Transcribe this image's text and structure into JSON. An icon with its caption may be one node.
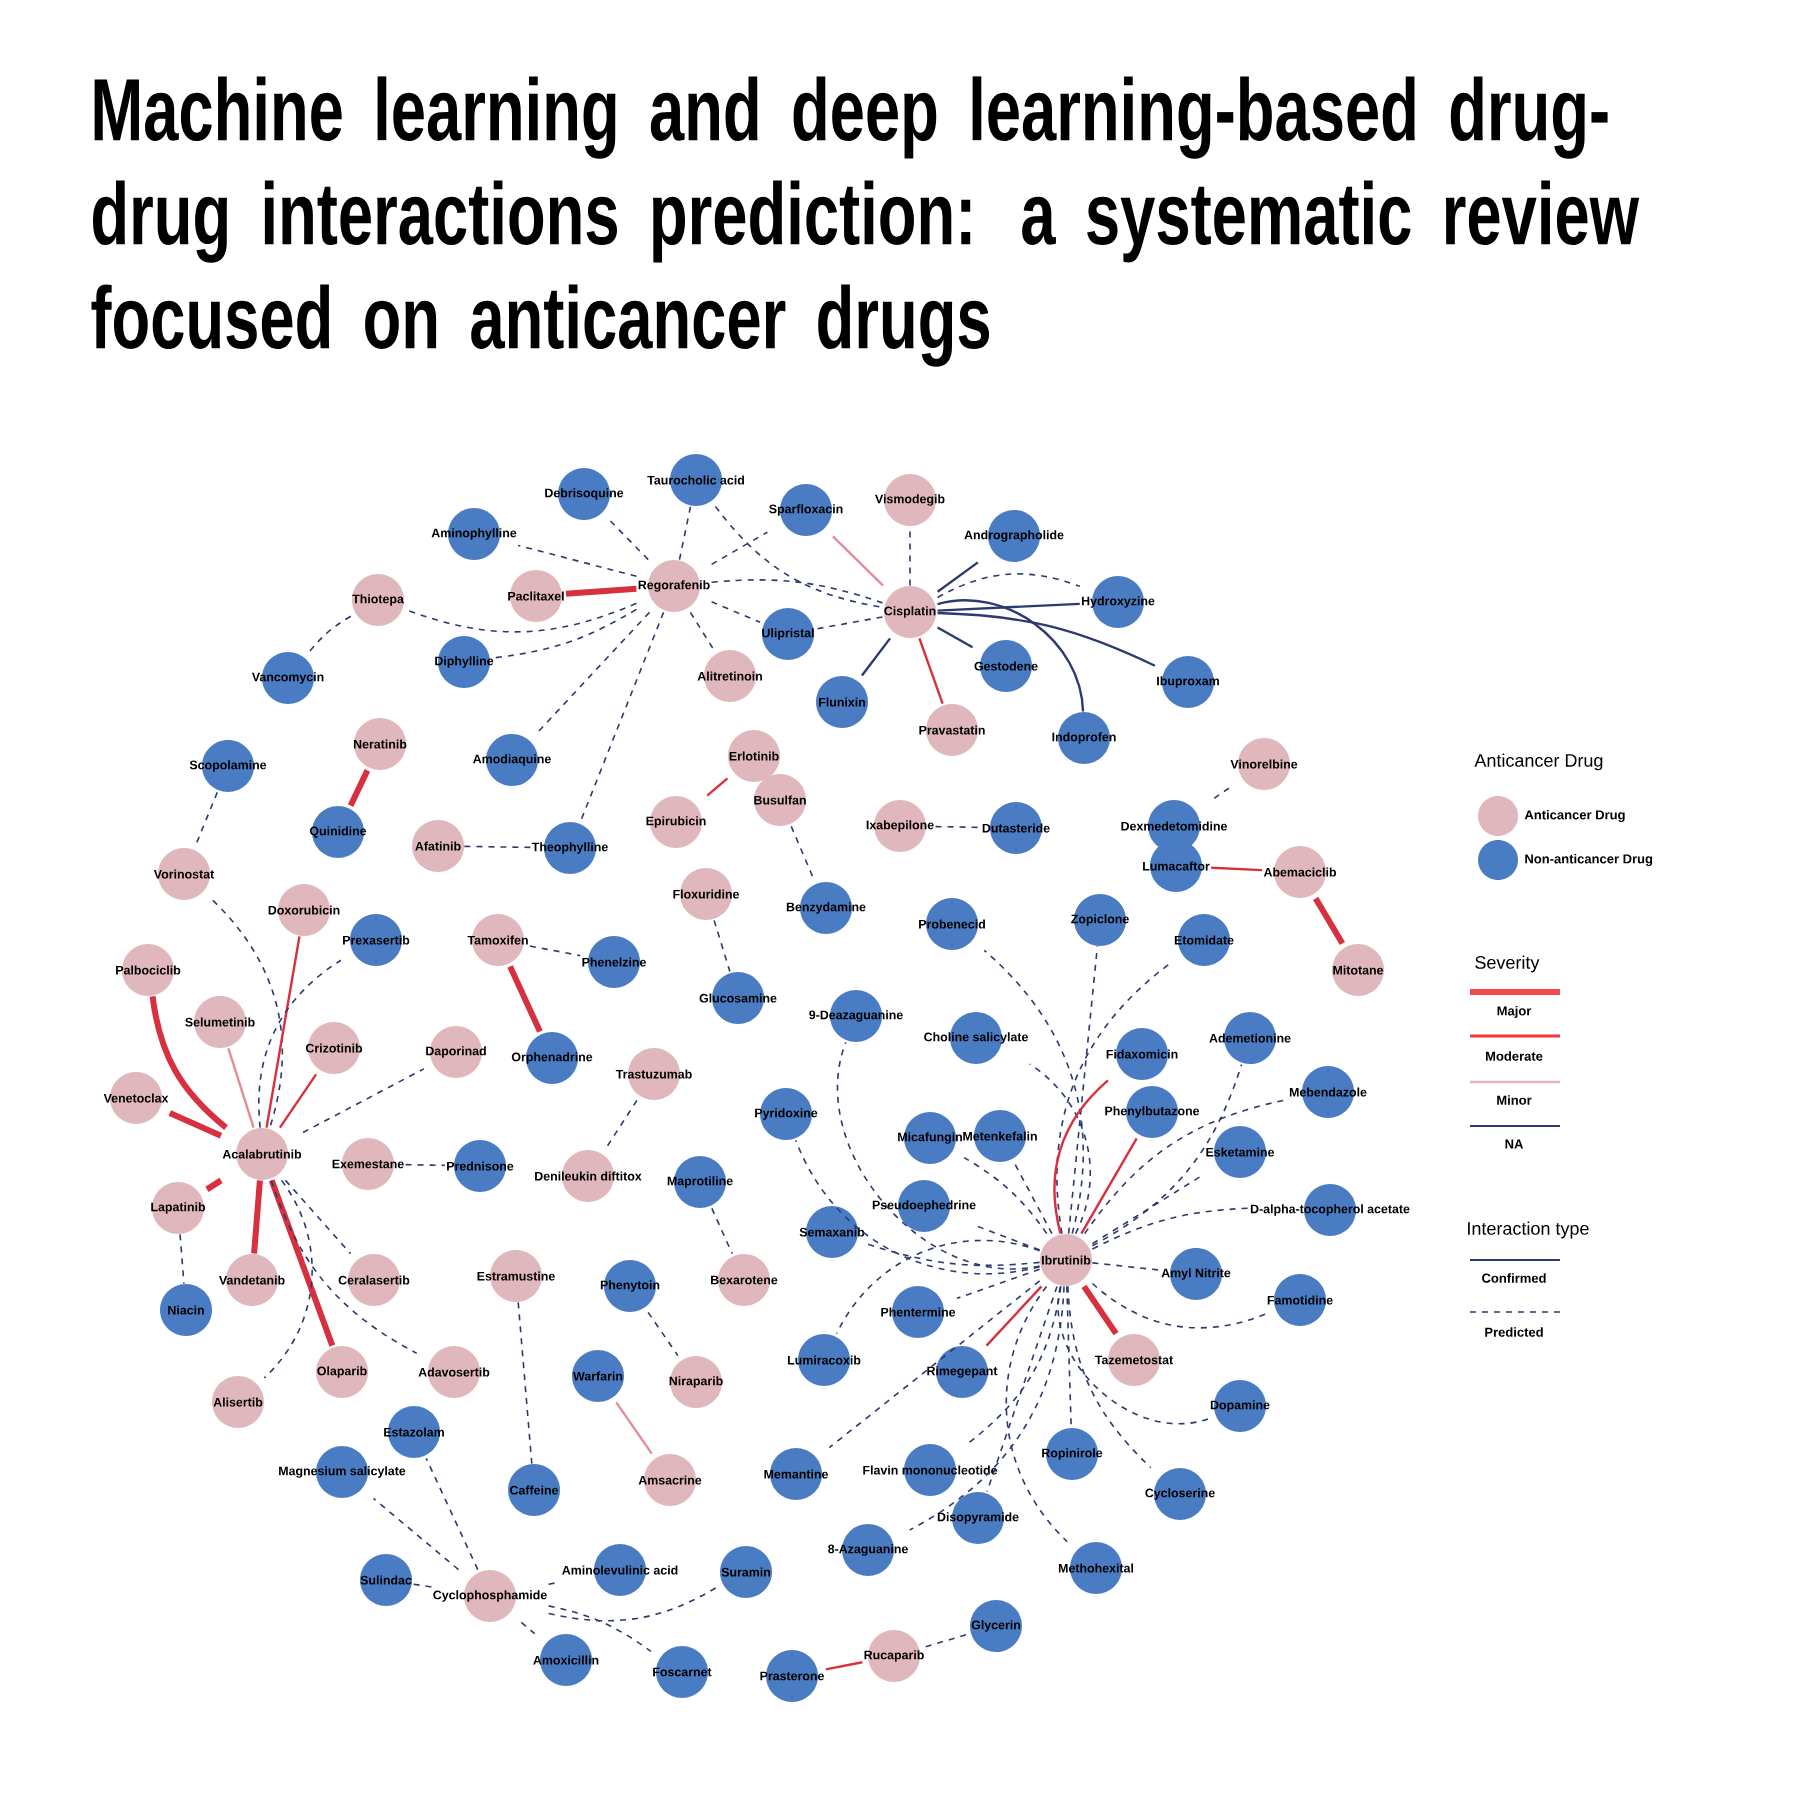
{
  "diagram": {
    "title": "Machine learning and deep learning-based drug-drug interactions prediction: a systematic review focused on anticancer drugs",
    "nodes": [
      {
        "text": [
          "Debrisoquine"
        ]
      },
      {
        "text": [
          "Taurocholic acid"
        ]
      },
      {
        "text": [
          "Sparfloxacin"
        ]
      },
      {
        "text": [
          "Vismodegib"
        ]
      },
      {
        "text": [
          "Aminophylline"
        ]
      },
      {
        "text": [
          "Andrographolide"
        ]
      },
      {
        "text": [
          "Thiotepa"
        ]
      },
      {
        "text": [
          "Paclitaxel"
        ]
      },
      {
        "text": [
          "Regorafenib"
        ]
      },
      {
        "text": [
          "Cisplatin"
        ]
      },
      {
        "text": [
          "Hydroxyzine"
        ]
      },
      {
        "text": [
          "Vancomycin"
        ]
      },
      {
        "text": [
          "Diphylline"
        ]
      },
      {
        "text": [
          "Ulipristal"
        ]
      },
      {
        "text": [
          "Gestodene"
        ]
      },
      {
        "text": [
          "Ibuproxam"
        ]
      },
      {
        "text": [
          "Alitretinoin"
        ]
      },
      {
        "text": [
          "Flunixin"
        ]
      },
      {
        "text": [
          "Pravastatin"
        ]
      },
      {
        "text": [
          "Indoprofen"
        ]
      },
      {
        "text": [
          "Scopolamine"
        ]
      },
      {
        "text": [
          "Neratinib"
        ]
      },
      {
        "text": [
          "Amodiaquine"
        ]
      },
      {
        "text": [
          "Erlotinib"
        ]
      },
      {
        "text": [
          "Vinorelbine"
        ]
      },
      {
        "text": [
          "Busulfan"
        ]
      },
      {
        "text": [
          "Quinidine"
        ]
      },
      {
        "text": [
          "Afatinib"
        ]
      },
      {
        "text": [
          "Epirubicin"
        ]
      },
      {
        "text": [
          "Theophylline"
        ]
      },
      {
        "text": [
          "Ixabepilone"
        ]
      },
      {
        "text": [
          "Dutasteride"
        ]
      },
      {
        "text": [
          "Dexmedetomidine"
        ]
      },
      {
        "text": [
          "Vorinostat"
        ]
      },
      {
        "text": [
          "Floxuridine"
        ]
      },
      {
        "text": [
          "Benzydamine"
        ]
      },
      {
        "text": [
          "Abemaciclib"
        ]
      },
      {
        "text": [
          "Lumacaftor"
        ]
      },
      {
        "text": [
          "Zopiclone"
        ]
      },
      {
        "text": [
          "Probenecid"
        ]
      },
      {
        "text": [
          "Etomidate"
        ]
      },
      {
        "text": [
          "Doxorubicin"
        ]
      },
      {
        "text": [
          "Prexasertib"
        ]
      },
      {
        "text": [
          "Tamoxifen"
        ]
      },
      {
        "text": [
          "Phenelzine"
        ]
      },
      {
        "text": [
          "Palbociclib"
        ]
      },
      {
        "text": [
          "Mitotane"
        ]
      },
      {
        "text": [
          "Glucosamine"
        ]
      },
      {
        "text": [
          "9-Deazaguanine"
        ]
      },
      {
        "text": [
          "Choline salicylate"
        ]
      },
      {
        "text": [
          "Selumetinib"
        ]
      },
      {
        "text": [
          "Crizotinib"
        ]
      },
      {
        "text": [
          "Daporinad"
        ]
      },
      {
        "text": [
          "Orphenadrine"
        ]
      },
      {
        "text": [
          "Trastuzumab"
        ]
      },
      {
        "text": [
          "Fidaxomicin"
        ]
      },
      {
        "text": [
          "Ademetionine"
        ]
      },
      {
        "text": [
          "Mebendazole"
        ]
      },
      {
        "text": [
          "Venetoclax"
        ]
      },
      {
        "text": [
          "Pyridoxine"
        ]
      },
      {
        "text": [
          "Micafungin"
        ]
      },
      {
        "text": [
          "Metenkefalin"
        ]
      },
      {
        "text": [
          "Phenylbutazone"
        ]
      },
      {
        "text": [
          "Esketamine"
        ]
      },
      {
        "text": [
          "Acalabrutinib"
        ]
      },
      {
        "text": [
          "Exemestane"
        ]
      },
      {
        "text": [
          "Prednisone"
        ]
      },
      {
        "text": [
          "Denileukin diftitox"
        ]
      },
      {
        "text": [
          "Maprotiline"
        ]
      },
      {
        "text": [
          "Pseudoephedrine"
        ]
      },
      {
        "text": [
          "D-alpha-tocopherol acetate"
        ]
      },
      {
        "text": [
          "Semaxanib"
        ]
      },
      {
        "text": [
          "Ibrutinib"
        ]
      },
      {
        "text": [
          "Lapatinib"
        ]
      },
      {
        "text": [
          "Amyl Nitrite"
        ]
      },
      {
        "text": [
          "Famotidine"
        ]
      },
      {
        "text": [
          "Vandetanib"
        ]
      },
      {
        "text": [
          "Ceralasertib"
        ]
      },
      {
        "text": [
          "Estramustine"
        ]
      },
      {
        "text": [
          "Phenytoin"
        ]
      },
      {
        "text": [
          "Bexarotene"
        ]
      },
      {
        "text": [
          "Niacin"
        ]
      },
      {
        "text": [
          "Phentermine"
        ]
      },
      {
        "text": [
          "Lumiracoxib"
        ]
      },
      {
        "text": [
          "Rimegepant"
        ]
      },
      {
        "text": [
          "Tazemetostat"
        ]
      },
      {
        "text": [
          "Olaparib"
        ]
      },
      {
        "text": [
          "Adavosertib"
        ]
      },
      {
        "text": [
          "Warfarin"
        ]
      },
      {
        "text": [
          "Niraparib"
        ]
      },
      {
        "text": [
          "Alisertib"
        ]
      },
      {
        "text": [
          "Dopamine"
        ]
      },
      {
        "text": [
          "Estazolam"
        ]
      },
      {
        "text": [
          "Magnesium salicylate"
        ]
      },
      {
        "text": [
          "Caffeine"
        ]
      },
      {
        "text": [
          "Amsacrine"
        ]
      },
      {
        "text": [
          "Memantine"
        ]
      },
      {
        "text": [
          "Flavin mononucleotide"
        ]
      },
      {
        "text": [
          "Ropinirole"
        ]
      },
      {
        "text": [
          "Cycloserine"
        ]
      },
      {
        "text": [
          "Disopyramide"
        ]
      },
      {
        "text": [
          "8-Azaguanine"
        ]
      },
      {
        "text": [
          "Aminolevulinic acid"
        ]
      },
      {
        "text": [
          "Suramin"
        ]
      },
      {
        "text": [
          "Methohexital"
        ]
      },
      {
        "text": [
          "Sulindac"
        ]
      },
      {
        "text": [
          "Cyclophosphamide"
        ]
      },
      {
        "text": [
          "Glycerin"
        ]
      },
      {
        "text": [
          "Amoxicillin"
        ]
      },
      {
        "text": [
          "Foscarnet"
        ]
      },
      {
        "text": [
          "Prasterone"
        ]
      },
      {
        "text": [
          "Rucaparib"
        ]
      }
    ],
    "edges": [
      {
        "from": 8,
        "to": 0,
        "arrow": "none",
        "style": "dashed"
      },
      {
        "from": 8,
        "to": 1,
        "arrow": "none",
        "style": "dashed"
      },
      {
        "from": 8,
        "to": 2,
        "arrow": "none",
        "style": "dashed"
      },
      {
        "from": 8,
        "to": 4,
        "arrow": "none",
        "style": "dashed"
      },
      {
        "from": 8,
        "to": 7,
        "arrow": "none",
        "style": "thick",
        "color": "#d7303f"
      },
      {
        "from": 8,
        "to": 6,
        "arrow": "none",
        "style": "dashed"
      },
      {
        "from": 8,
        "to": 12,
        "arrow": "none",
        "style": "dashed"
      },
      {
        "from": 8,
        "to": 13,
        "arrow": "none",
        "style": "dashed"
      },
      {
        "from": 8,
        "to": 16,
        "arrow": "none",
        "style": "dashed"
      },
      {
        "from": 8,
        "to": 22,
        "arrow": "none",
        "style": "dashed"
      },
      {
        "from": 8,
        "to": 29,
        "arrow": "none",
        "style": "dashed"
      },
      {
        "from": 8,
        "to": 9,
        "arrow": "none",
        "style": "dashed"
      },
      {
        "from": 1,
        "to": 9,
        "arrow": "none",
        "style": "dashed"
      },
      {
        "from": 6,
        "to": 11,
        "arrow": "none",
        "style": "dashed"
      },
      {
        "from": 9,
        "to": 2,
        "arrow": "none",
        "color": "#e38d98"
      },
      {
        "from": 9,
        "to": 3,
        "arrow": "none",
        "style": "dashed"
      },
      {
        "from": 9,
        "to": 5,
        "arrow": "none"
      },
      {
        "from": 9,
        "to": 10,
        "arrow": "none"
      },
      {
        "from": 9,
        "to": 10,
        "arrow": "none",
        "style": "dashed"
      },
      {
        "from": 9,
        "to": 15,
        "arrow": "none"
      },
      {
        "from": 9,
        "to": 14,
        "arrow": "none"
      },
      {
        "from": 9,
        "to": 19,
        "arrow": "none"
      },
      {
        "from": 9,
        "to": 17,
        "arrow": "none"
      },
      {
        "from": 9,
        "to": 18,
        "arrow": "none",
        "color": "#d7303f"
      },
      {
        "from": 9,
        "to": 13,
        "arrow": "none",
        "style": "dashed"
      },
      {
        "from": 21,
        "to": 26,
        "arrow": "none",
        "style": "thick",
        "color": "#d7303f"
      },
      {
        "from": 27,
        "to": 29,
        "arrow": "none",
        "style": "dashed"
      },
      {
        "from": 23,
        "to": 28,
        "arrow": "none",
        "color": "#d7303f"
      },
      {
        "from": 25,
        "to": 35,
        "arrow": "none",
        "style": "dashed"
      },
      {
        "from": 30,
        "to": 31,
        "arrow": "none",
        "style": "dashed"
      },
      {
        "from": 24,
        "to": 32,
        "arrow": "none",
        "style": "dashed"
      },
      {
        "from": 36,
        "to": 37,
        "arrow": "none",
        "color": "#d7303f"
      },
      {
        "from": 36,
        "to": 46,
        "arrow": "none",
        "style": "thick",
        "color": "#d7303f"
      },
      {
        "from": 20,
        "to": 33,
        "arrow": "none",
        "style": "dashed"
      },
      {
        "from": 33,
        "to": 64,
        "arrow": "none",
        "style": "dashed"
      },
      {
        "from": 34,
        "to": 47,
        "arrow": "none",
        "style": "dashed"
      },
      {
        "from": 43,
        "to": 44,
        "arrow": "none",
        "style": "dashed"
      },
      {
        "from": 43,
        "to": 53,
        "arrow": "none",
        "style": "thick",
        "color": "#d7303f"
      },
      {
        "from": 54,
        "to": 67,
        "arrow": "none",
        "style": "dashed"
      },
      {
        "from": 65,
        "to": 66,
        "arrow": "none",
        "style": "dashed"
      },
      {
        "from": 68,
        "to": 80,
        "arrow": "none",
        "style": "dashed"
      },
      {
        "from": 79,
        "to": 89,
        "arrow": "none",
        "style": "dashed"
      },
      {
        "from": 78,
        "to": 94,
        "arrow": "none",
        "style": "dashed"
      },
      {
        "from": 88,
        "to": 95,
        "arrow": "none",
        "color": "#e38d98"
      },
      {
        "from": 73,
        "to": 81,
        "arrow": "none",
        "style": "dashed"
      },
      {
        "from": 111,
        "to": 110,
        "arrow": "none",
        "color": "#d7303f"
      },
      {
        "from": 111,
        "to": 107,
        "arrow": "none",
        "style": "dashed"
      },
      {
        "from": 64,
        "to": 41,
        "arrow": "none",
        "color": "#d7303f"
      },
      {
        "from": 64,
        "to": 42,
        "arrow": "none",
        "style": "dashed"
      },
      {
        "from": 64,
        "to": 45,
        "arrow": "none",
        "style": "thick",
        "color": "#d7303f"
      },
      {
        "from": 64,
        "to": 50,
        "arrow": "none",
        "color": "#e38d98"
      },
      {
        "from": 64,
        "to": 51,
        "arrow": "none",
        "color": "#d7303f"
      },
      {
        "from": 64,
        "to": 52,
        "arrow": "none",
        "style": "dashed"
      },
      {
        "from": 64,
        "to": 58,
        "arrow": "none",
        "style": "thick",
        "color": "#d7303f"
      },
      {
        "from": 64,
        "to": 73,
        "arrow": "none",
        "style": "thick",
        "color": "#d7303f"
      },
      {
        "from": 64,
        "to": 76,
        "arrow": "none",
        "style": "thick",
        "color": "#d7303f"
      },
      {
        "from": 64,
        "to": 77,
        "arrow": "none",
        "style": "dashed"
      },
      {
        "from": 64,
        "to": 86,
        "arrow": "none",
        "style": "thick",
        "color": "#d7303f"
      },
      {
        "from": 64,
        "to": 87,
        "arrow": "none",
        "style": "dashed"
      },
      {
        "from": 64,
        "to": 90,
        "arrow": "none",
        "style": "dashed"
      },
      {
        "from": 106,
        "to": 93,
        "arrow": "none",
        "style": "dashed"
      },
      {
        "from": 106,
        "to": 92,
        "arrow": "none",
        "style": "dashed"
      },
      {
        "from": 106,
        "to": 105,
        "arrow": "none",
        "style": "dashed"
      },
      {
        "from": 106,
        "to": 102,
        "arrow": "none",
        "style": "dashed"
      },
      {
        "from": 106,
        "to": 103,
        "arrow": "none",
        "style": "dashed"
      },
      {
        "from": 106,
        "to": 108,
        "arrow": "none",
        "style": "dashed"
      },
      {
        "from": 106,
        "to": 109,
        "arrow": "none",
        "style": "dashed"
      },
      {
        "from": 72,
        "to": 38,
        "arrow": "none",
        "style": "dashed"
      },
      {
        "from": 72,
        "to": 39,
        "arrow": "none",
        "style": "dashed"
      },
      {
        "from": 72,
        "to": 40,
        "arrow": "none",
        "style": "dashed"
      },
      {
        "from": 72,
        "to": 48,
        "arrow": "none",
        "style": "dashed"
      },
      {
        "from": 72,
        "to": 49,
        "arrow": "none",
        "style": "dashed"
      },
      {
        "from": 72,
        "to": 55,
        "arrow": "none",
        "color": "#d7303f"
      },
      {
        "from": 72,
        "to": 56,
        "arrow": "none",
        "style": "dashed"
      },
      {
        "from": 72,
        "to": 57,
        "arrow": "none",
        "style": "dashed"
      },
      {
        "from": 72,
        "to": 59,
        "arrow": "none",
        "style": "dashed"
      },
      {
        "from": 72,
        "to": 60,
        "arrow": "none",
        "style": "dashed"
      },
      {
        "from": 72,
        "to": 61,
        "arrow": "none",
        "style": "dashed"
      },
      {
        "from": 72,
        "to": 62,
        "arrow": "none",
        "color": "#d7303f"
      },
      {
        "from": 72,
        "to": 63,
        "arrow": "none",
        "style": "dashed"
      },
      {
        "from": 72,
        "to": 69,
        "arrow": "none",
        "style": "dashed"
      },
      {
        "from": 72,
        "to": 70,
        "arrow": "none",
        "style": "dashed"
      },
      {
        "from": 72,
        "to": 71,
        "arrow": "none",
        "style": "dashed"
      },
      {
        "from": 72,
        "to": 74,
        "arrow": "none",
        "style": "dashed"
      },
      {
        "from": 72,
        "to": 75,
        "arrow": "none",
        "style": "dashed"
      },
      {
        "from": 72,
        "to": 82,
        "arrow": "none",
        "style": "dashed"
      },
      {
        "from": 72,
        "to": 83,
        "arrow": "none",
        "style": "dashed"
      },
      {
        "from": 72,
        "to": 84,
        "arrow": "none",
        "color": "#d7303f"
      },
      {
        "from": 72,
        "to": 85,
        "arrow": "none",
        "style": "thick",
        "color": "#d7303f"
      },
      {
        "from": 72,
        "to": 91,
        "arrow": "none",
        "style": "dashed"
      },
      {
        "from": 72,
        "to": 96,
        "arrow": "none",
        "style": "dashed"
      },
      {
        "from": 72,
        "to": 97,
        "arrow": "none",
        "style": "dashed"
      },
      {
        "from": 72,
        "to": 98,
        "arrow": "none",
        "style": "dashed"
      },
      {
        "from": 72,
        "to": 99,
        "arrow": "none",
        "style": "dashed"
      },
      {
        "from": 72,
        "to": 100,
        "arrow": "none",
        "style": "dashed"
      },
      {
        "from": 72,
        "to": 101,
        "arrow": "none",
        "style": "dashed"
      },
      {
        "from": 72,
        "to": 104,
        "arrow": "none",
        "style": "dashed"
      }
    ],
    "labels": [
      "Anticancer Drug",
      "Severity",
      "Interaction type"
    ],
    "legend": [
      {
        "text": "Anticancer Drug",
        "color": "#e0b7bd"
      },
      {
        "text": "Non-anticancer Drug",
        "color": "#4a7cc4"
      },
      {
        "text": "Major"
      },
      {
        "text": "Moderate"
      },
      {
        "text": "Minor"
      },
      {
        "text": "NA"
      },
      {
        "text": "Confirmed"
      },
      {
        "text": "Predicted"
      }
    ]
  }
}
